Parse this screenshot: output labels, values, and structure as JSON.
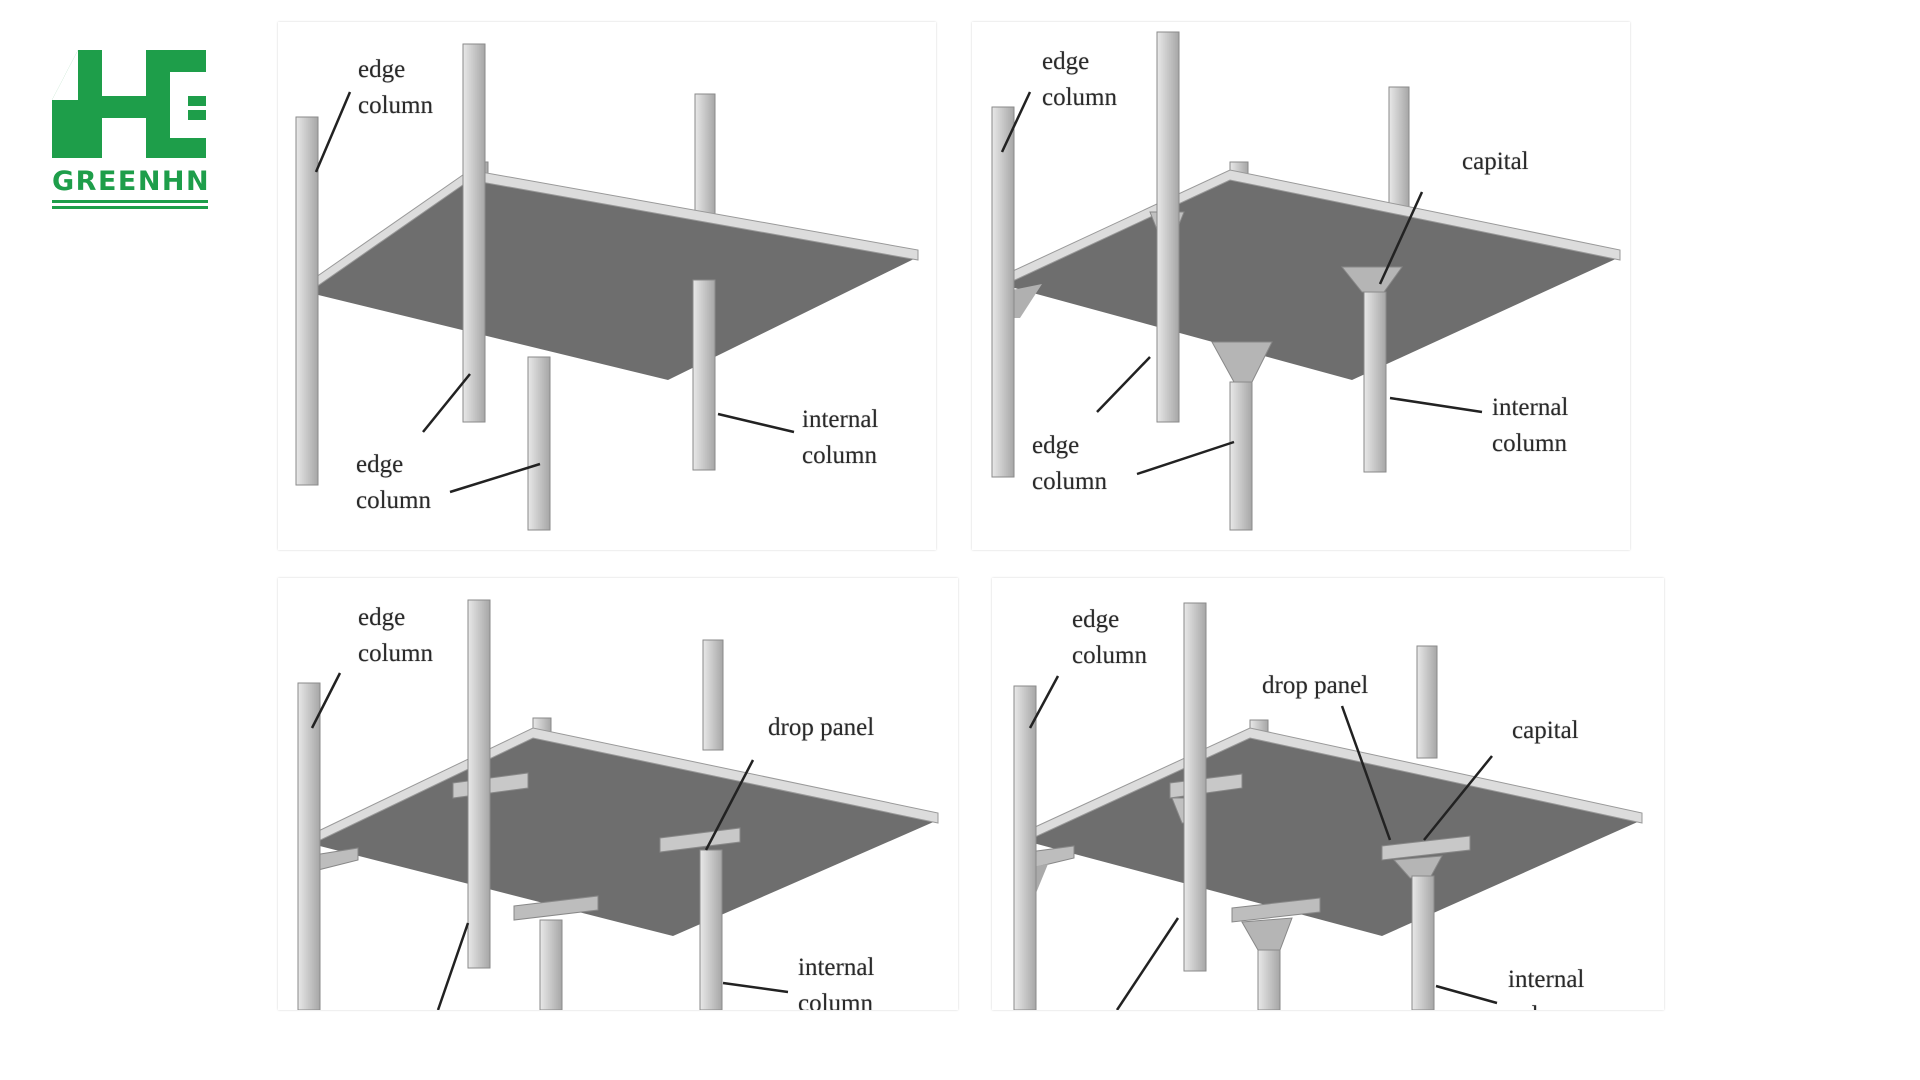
{
  "brand": {
    "name": "GREENHN",
    "primary_color": "#1e9e4a",
    "icon": "greenhn-logo-icon"
  },
  "panels": [
    {
      "id": "flat-slab",
      "labels": {
        "edge_column_top": "edge\ncolumn",
        "edge_column_bottom": "edge\ncolumn",
        "internal_column": "internal\ncolumn"
      }
    },
    {
      "id": "flat-slab-with-capitals",
      "labels": {
        "edge_column_top": "edge\ncolumn",
        "capital": "capital",
        "edge_column_bottom": "edge\ncolumn",
        "internal_column": "internal\ncolumn"
      }
    },
    {
      "id": "flat-slab-with-drop-panels",
      "labels": {
        "edge_column_top": "edge\ncolumn",
        "drop_panel": "drop panel",
        "internal_column": "internal\ncolumn"
      }
    },
    {
      "id": "flat-slab-with-drop-panels-and-capitals",
      "labels": {
        "edge_column_top": "edge\ncolumn",
        "drop_panel": "drop panel",
        "capital": "capital",
        "internal_column": "internal\ncolumn"
      }
    }
  ],
  "colors": {
    "slab": "#6e6e6e",
    "slab_edge": "#d9d9d9",
    "column": "#c8c8c8",
    "column_outline": "#8a8a8a",
    "leader": "#222222"
  }
}
